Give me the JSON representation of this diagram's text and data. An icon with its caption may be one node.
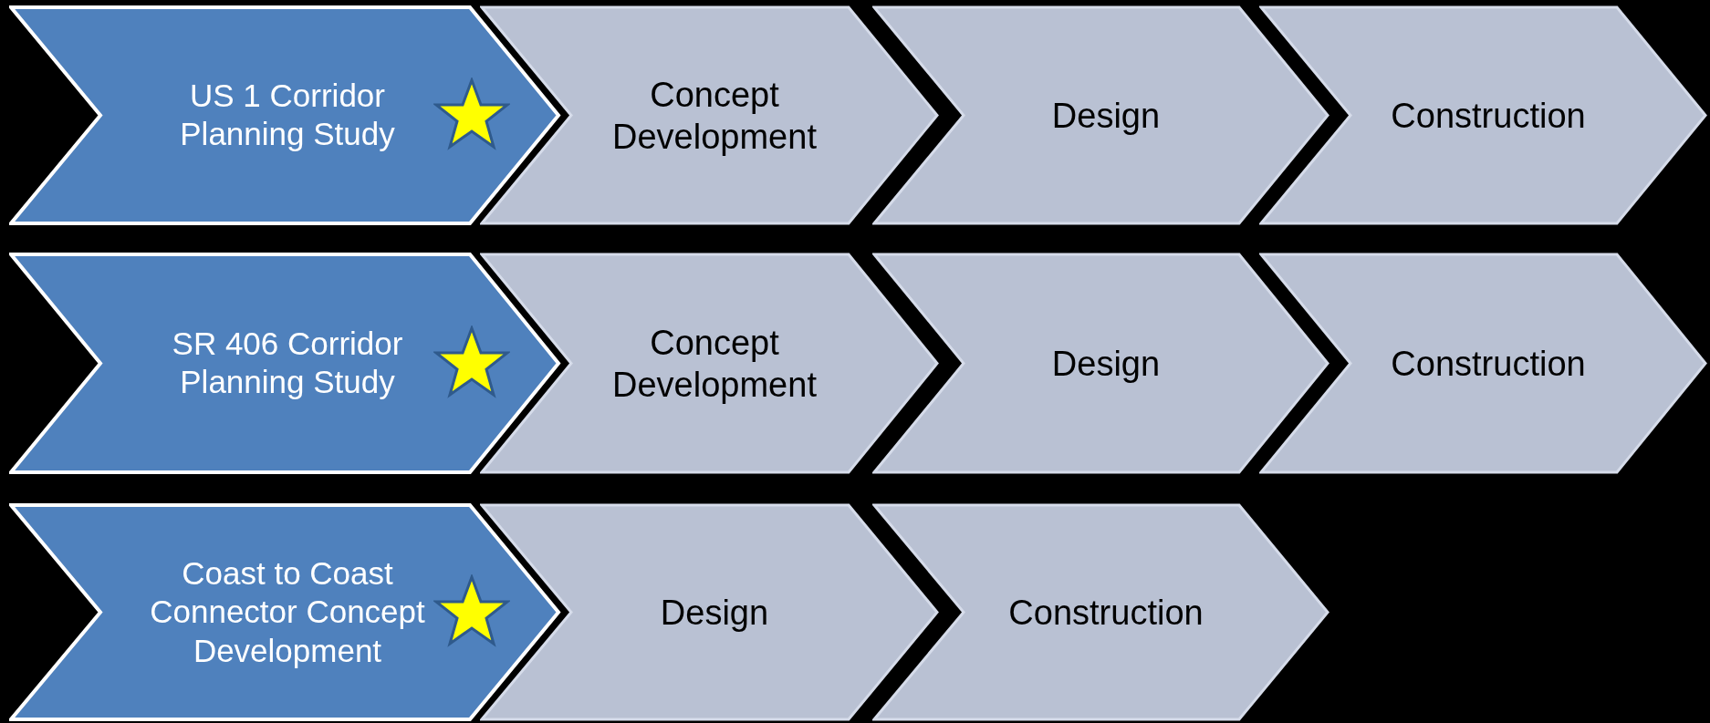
{
  "diagram": {
    "nodes": [
      {
        "text": [
          "US 1 Corridor Planning Study"
        ]
      },
      {
        "text": [
          "Concept Development"
        ]
      },
      {
        "text": [
          "Design"
        ]
      },
      {
        "text": [
          "Construction"
        ]
      },
      {
        "text": [
          "SR 406 Corridor Planning Study"
        ]
      },
      {
        "text": [
          "Concept Development"
        ]
      },
      {
        "text": [
          "Design"
        ]
      },
      {
        "text": [
          "Construction"
        ]
      },
      {
        "text": [
          "Coast to Coast Connector Concept Development"
        ]
      },
      {
        "text": [
          "Design"
        ]
      },
      {
        "text": [
          "Construction"
        ]
      }
    ]
  }
}
